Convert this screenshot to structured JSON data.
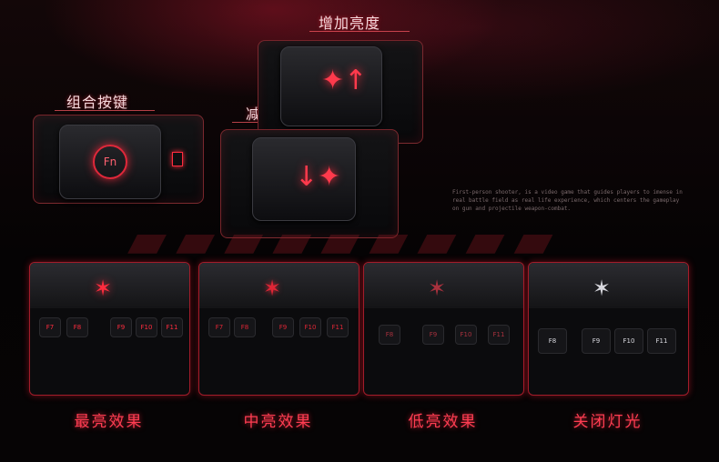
{
  "labels": {
    "increase_brightness": "增加亮度",
    "combo_keys": "组合按键",
    "decrease_brightness": "减少亮度"
  },
  "fn_key": {
    "label": "Fn"
  },
  "description": "First-person shooter, is a video game that guides players to imense in real battle field as real life experience, which centers the gameplay on gun and projectile weapon-combat.",
  "previews": [
    {
      "caption": "最亮效果",
      "keys": [
        "F7",
        "F8",
        "F9",
        "F10",
        "F11"
      ],
      "glow": "#ff2c3e"
    },
    {
      "caption": "中亮效果",
      "keys": [
        "F7",
        "F8",
        "F9",
        "F10",
        "F11"
      ],
      "glow": "#e02636"
    },
    {
      "caption": "低亮效果",
      "keys": [
        "F8",
        "F9",
        "F10",
        "F11"
      ],
      "glow": "#a8313d"
    },
    {
      "caption": "关闭灯光",
      "keys": [
        "F8",
        "F9",
        "F10",
        "F11"
      ],
      "glow": "#d8d8de"
    }
  ],
  "colors": {
    "accent": "#ff3d52",
    "panel_border": "#a31c2a"
  },
  "icons": [
    "brightness-up-arrow-icon",
    "brightness-down-arrow-icon",
    "wolf-logo-icon"
  ]
}
